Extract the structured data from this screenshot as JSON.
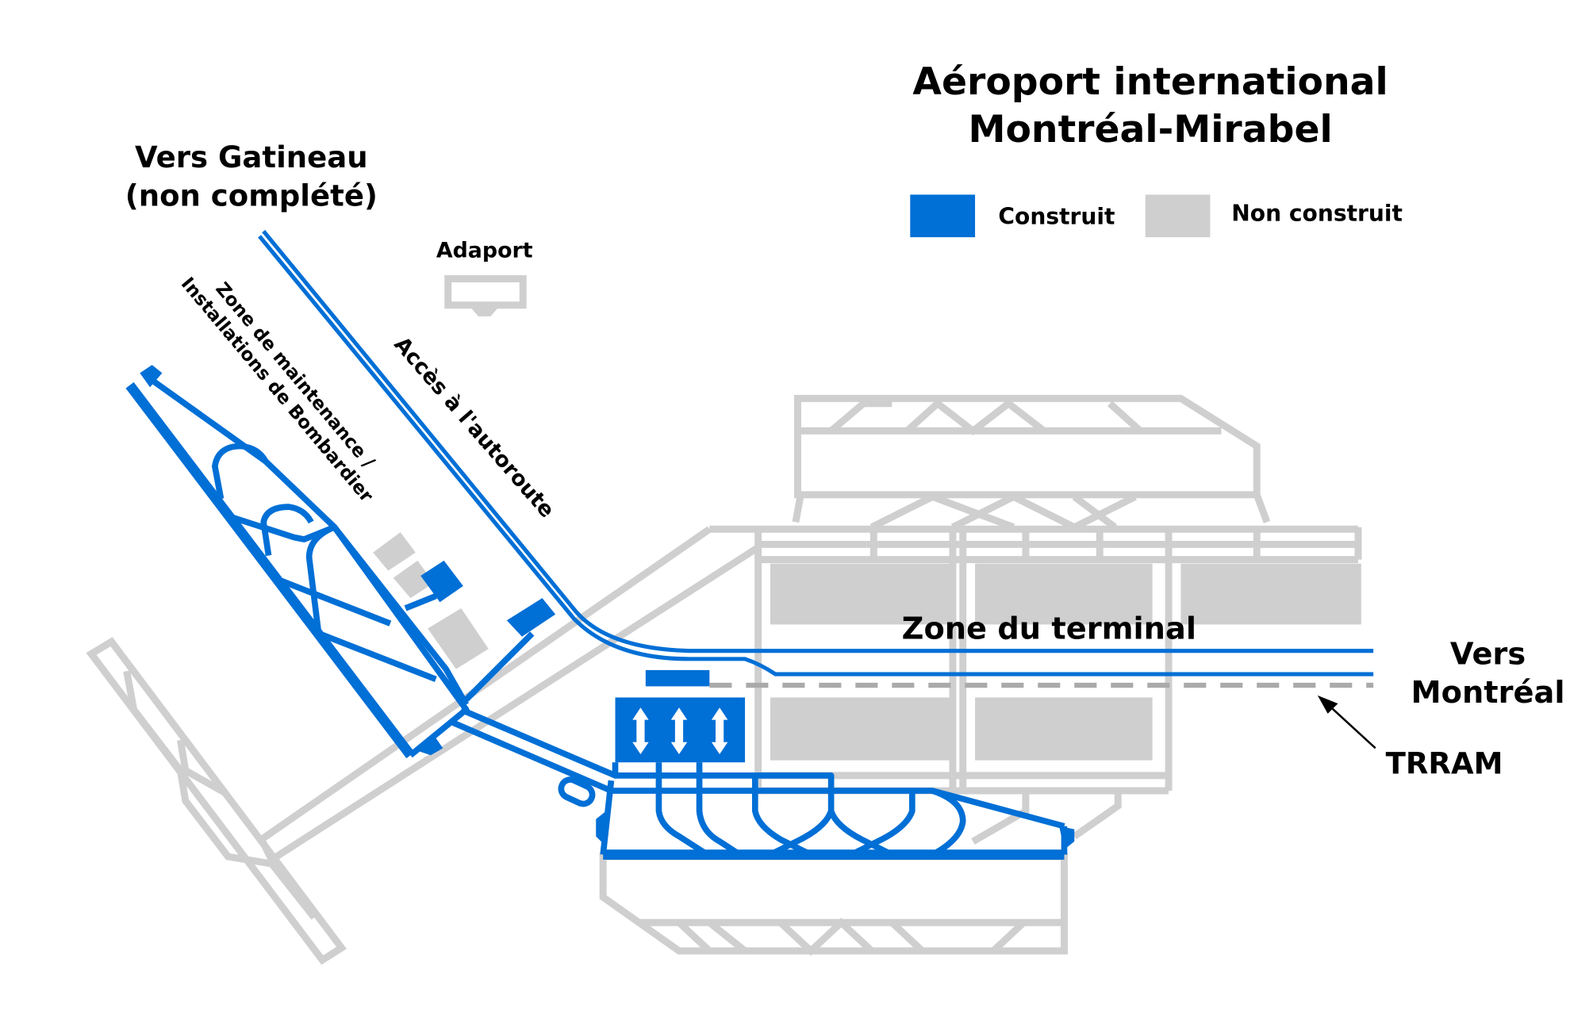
{
  "title": {
    "line1": "Aéroport international",
    "line2": "Montréal-Mirabel"
  },
  "legend": {
    "built": {
      "label": "Construit",
      "color": "#006fd6"
    },
    "unbuilt": {
      "label": "Non construit",
      "color": "#cfcfcf"
    }
  },
  "labels": {
    "gatineau_line1": "Vers Gatineau",
    "gatineau_line2": "(non complété)",
    "adaport": "Adaport",
    "highway_access": "Accès à l'autoroute",
    "maintenance_line1": "Zone de maintenance /",
    "maintenance_line2": "Installations de Bombardier",
    "terminal_zone": "Zone du terminal",
    "montreal_line1": "Vers",
    "montreal_line2": "Montréal",
    "trram": "TRRAM"
  },
  "colors": {
    "built": "#006fd6",
    "unbuilt": "#cfcfcf",
    "rail": "#aaaaaa"
  }
}
